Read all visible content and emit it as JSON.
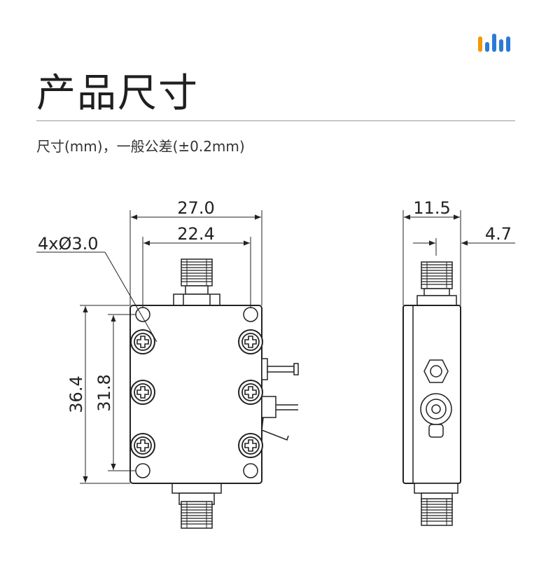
{
  "header": {
    "title": "产品尺寸",
    "subtitle": "尺寸(mm)，一般公差(±0.2mm)",
    "logo_colors": [
      "#f39800",
      "#2b7bd6",
      "#2b7bd6",
      "#2b7bd6",
      "#2b7bd6"
    ]
  },
  "front_view": {
    "width_outer": "27.0",
    "width_holes": "22.4",
    "hole_callout": "4xØ3.0",
    "height_outer": "36.4",
    "height_holes": "31.8"
  },
  "side_view": {
    "depth": "11.5",
    "connector_offset": "4.7"
  }
}
